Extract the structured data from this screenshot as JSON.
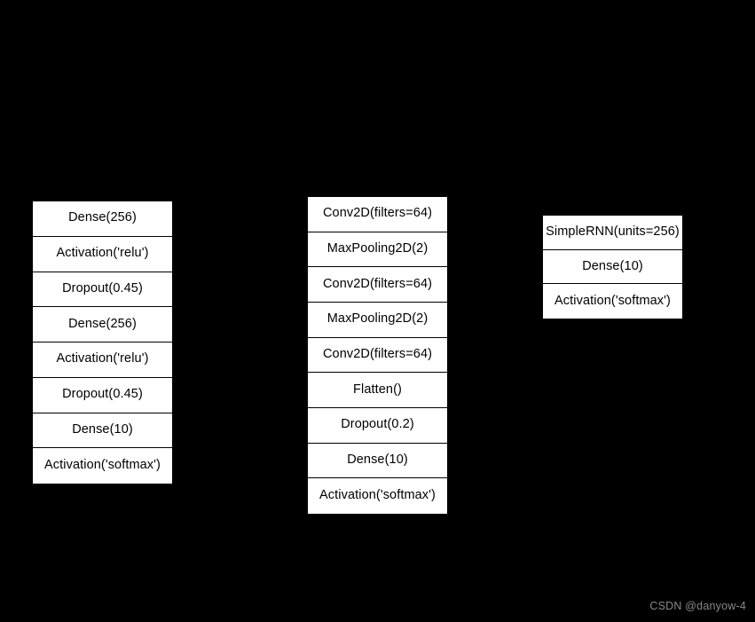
{
  "background_color": "#000000",
  "cell_background_color": "#ffffff",
  "cell_text_color": "#000000",
  "diagrams": [
    {
      "id": "mlp",
      "name": "mlp-layer-stack",
      "layers": [
        "Dense(256)",
        "Activation('relu')",
        "Dropout(0.45)",
        "Dense(256)",
        "Activation('relu')",
        "Dropout(0.45)",
        "Dense(10)",
        "Activation('softmax')"
      ]
    },
    {
      "id": "cnn",
      "name": "cnn-layer-stack",
      "layers": [
        "Conv2D(filters=64)",
        "MaxPooling2D(2)",
        "Conv2D(filters=64)",
        "MaxPooling2D(2)",
        "Conv2D(filters=64)",
        "Flatten()",
        "Dropout(0.2)",
        "Dense(10)",
        "Activation('softmax')"
      ]
    },
    {
      "id": "rnn",
      "name": "rnn-layer-stack",
      "layers": [
        "SimpleRNN(units=256)",
        "Dense(10)",
        "Activation('softmax')"
      ]
    }
  ],
  "watermark": {
    "text": "CSDN @danyow-4",
    "color": "#8a8a8a"
  }
}
